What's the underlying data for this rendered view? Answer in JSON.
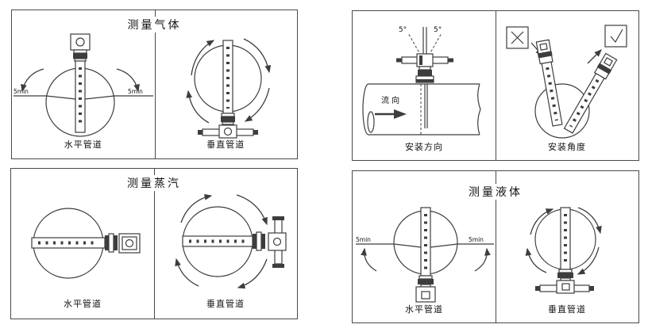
{
  "colors": {
    "line": "#3d3d3d",
    "border": "#4a4a4a",
    "background": "#ffffff"
  },
  "panels": {
    "gas": {
      "title": "测量气体",
      "caption_left": "水平管道",
      "caption_right": "垂直管道",
      "tilt_min_left": "5min",
      "tilt_min_right": "5min"
    },
    "install": {
      "caption_left": "安装方向",
      "caption_right": "安装角度",
      "angle_left": "5°",
      "angle_right": "5°",
      "flow_label": "流 向"
    },
    "steam": {
      "title": "测量蒸汽",
      "caption_left": "水平管道",
      "caption_right": "垂直管道"
    },
    "liquid": {
      "title": "测量液体",
      "caption_left": "水平管道",
      "caption_right": "垂直管道",
      "tilt_min_left": "5min",
      "tilt_min_right": "5min"
    }
  }
}
